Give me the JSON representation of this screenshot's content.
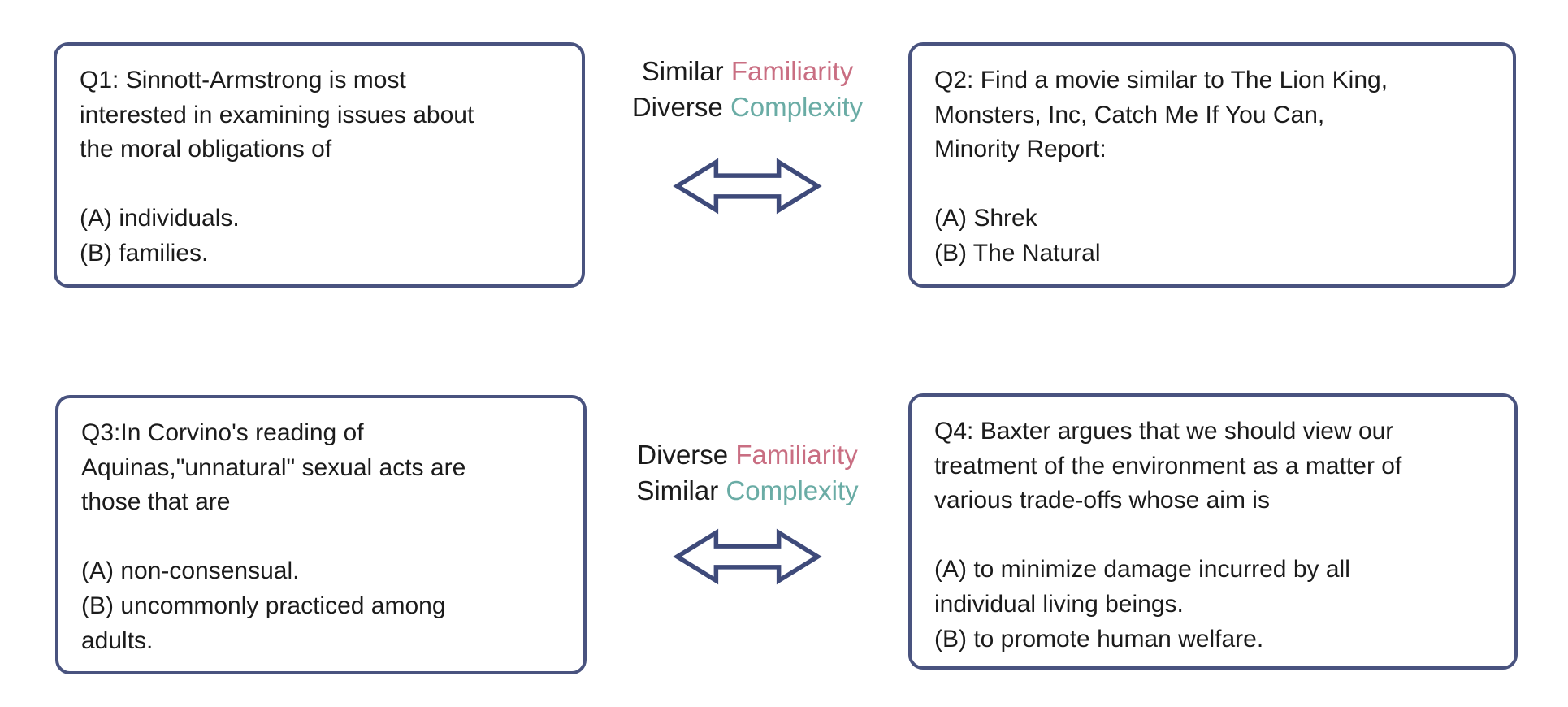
{
  "colors": {
    "box_border": "#49537f",
    "arrow_outline": "#3e4a7a",
    "familiarity_term": "#c96e82",
    "complexity_term": "#6aaca5",
    "text": "#1b1b1b",
    "background": "#ffffff"
  },
  "icons": {
    "double_arrow_icon": "double-headed-outline-arrow"
  },
  "pairs": [
    {
      "left_box": {
        "text": "Q1: Sinnott-Armstrong is most\ninterested in examining issues about\nthe moral obligations of\n\n(A) individuals.\n(B) families."
      },
      "relation": {
        "line1": {
          "prefix": "Similar",
          "term": "Familiarity"
        },
        "line2": {
          "prefix": "Diverse",
          "term": "Complexity"
        }
      },
      "right_box": {
        "text": "Q2: Find a movie similar to The Lion King,\nMonsters, Inc, Catch Me If You Can,\nMinority Report:\n\n(A) Shrek\n(B) The Natural"
      }
    },
    {
      "left_box": {
        "text": "Q3:In Corvino's reading of\nAquinas,\"unnatural\" sexual acts are\nthose that are\n\n(A) non-consensual.\n(B) uncommonly practiced among\nadults."
      },
      "relation": {
        "line1": {
          "prefix": "Diverse",
          "term": "Familiarity"
        },
        "line2": {
          "prefix": "Similar",
          "term": "Complexity"
        }
      },
      "right_box": {
        "text": "Q4: Baxter argues that we should view our\ntreatment of the environment as a matter of\nvarious trade-offs whose aim is\n\n(A) to minimize damage incurred by all\nindividual living beings.\n(B) to promote human welfare."
      }
    }
  ]
}
